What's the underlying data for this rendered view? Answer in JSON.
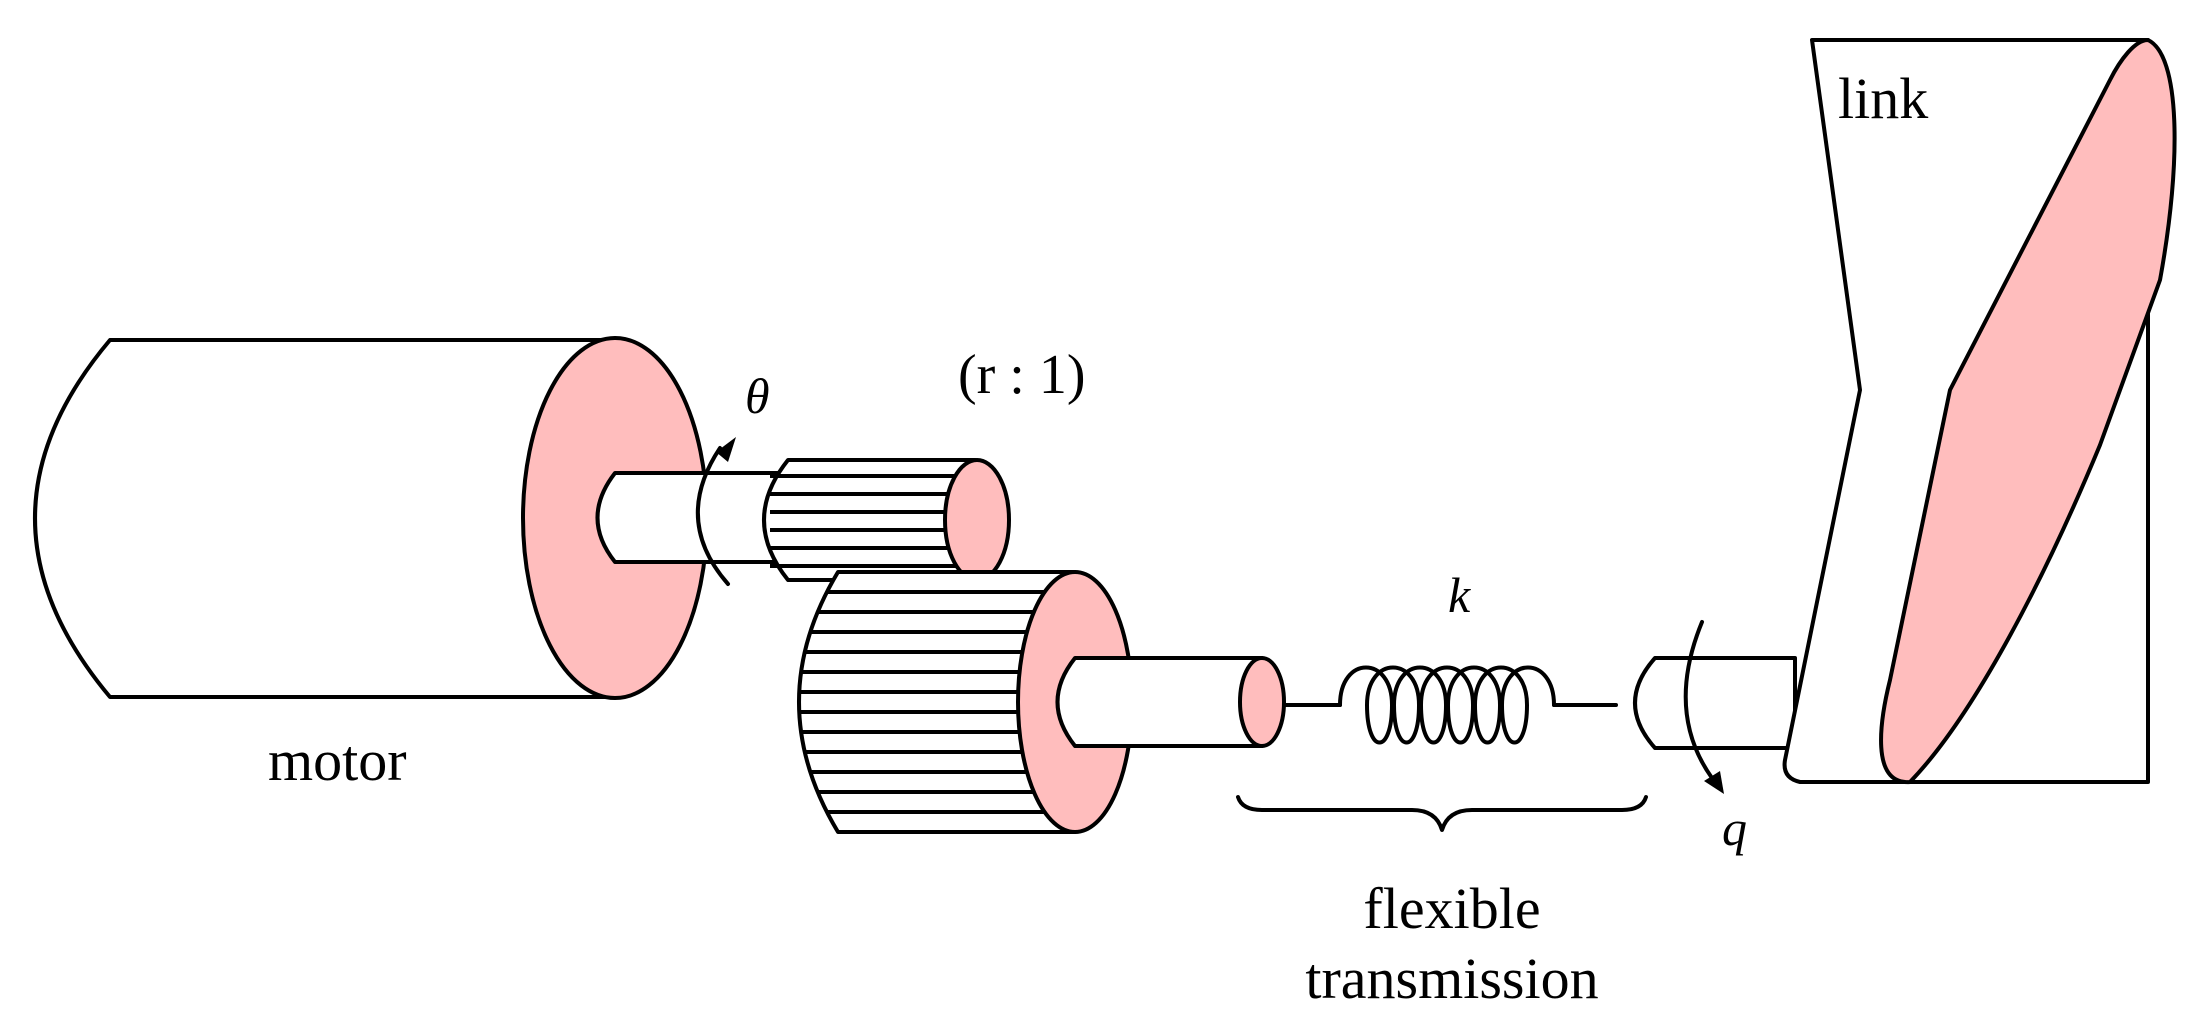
{
  "labels": {
    "motor": "motor",
    "ratio": "(r : 1)",
    "theta": "θ",
    "k": "k",
    "q": "q",
    "link": "link",
    "flexible_line1": "flexible",
    "flexible_line2": "transmission"
  },
  "colors": {
    "face_fill": "#ffbdbd",
    "body_fill": "#ffffff",
    "stroke": "#000000"
  }
}
